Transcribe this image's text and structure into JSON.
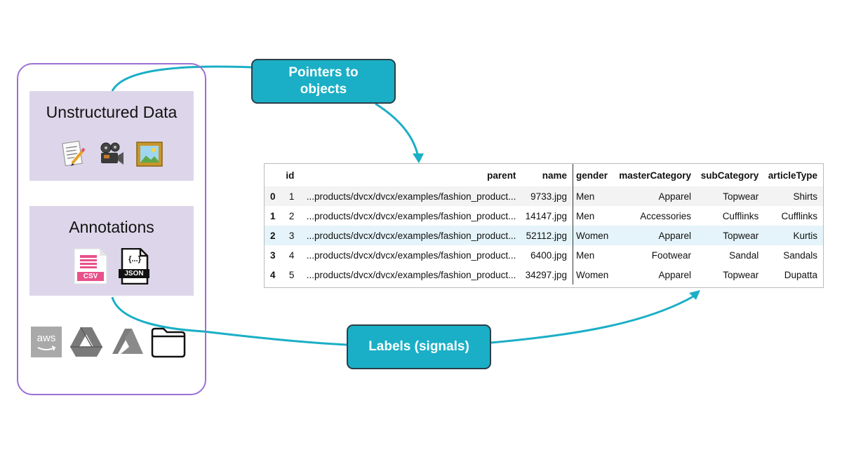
{
  "left_panel": {
    "unstructured": {
      "title": "Unstructured Data",
      "icons": [
        "text-document-icon",
        "movie-camera-icon",
        "framed-picture-icon"
      ]
    },
    "annotations": {
      "title": "Annotations",
      "csv_label": "CSV",
      "json_braces": "{...}",
      "json_label": "JSON"
    },
    "storage": {
      "aws_label": "aws",
      "icons": [
        "aws-icon",
        "google-drive-icon",
        "azure-icon",
        "folder-icon"
      ]
    }
  },
  "callouts": {
    "pointers": "Pointers to objects",
    "labels": "Labels (signals)"
  },
  "colors": {
    "accent": "#1aafc6",
    "panel_border": "#9b6fd6",
    "box_fill": "#ddd6ea"
  },
  "table": {
    "columns": [
      "",
      "id",
      "parent",
      "name",
      "gender",
      "masterCategory",
      "subCategory",
      "articleType"
    ],
    "rows": [
      [
        "0",
        "1",
        "...products/dvcx/dvcx/examples/fashion_product...",
        "9733.jpg",
        "Men",
        "Apparel",
        "Topwear",
        "Shirts"
      ],
      [
        "1",
        "2",
        "...products/dvcx/dvcx/examples/fashion_product...",
        "14147.jpg",
        "Men",
        "Accessories",
        "Cufflinks",
        "Cufflinks"
      ],
      [
        "2",
        "3",
        "...products/dvcx/dvcx/examples/fashion_product...",
        "52112.jpg",
        "Women",
        "Apparel",
        "Topwear",
        "Kurtis"
      ],
      [
        "3",
        "4",
        "...products/dvcx/dvcx/examples/fashion_product...",
        "6400.jpg",
        "Men",
        "Footwear",
        "Sandal",
        "Sandals"
      ],
      [
        "4",
        "5",
        "...products/dvcx/dvcx/examples/fashion_product...",
        "34297.jpg",
        "Women",
        "Apparel",
        "Topwear",
        "Dupatta"
      ]
    ]
  }
}
